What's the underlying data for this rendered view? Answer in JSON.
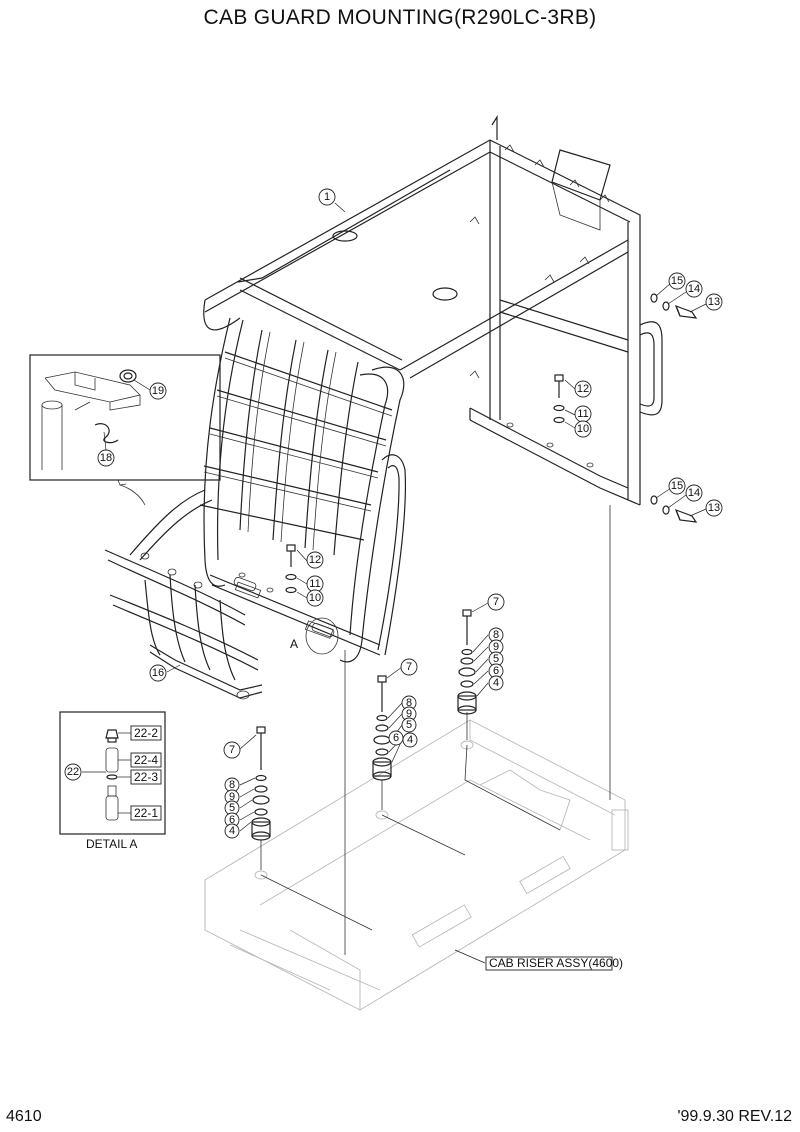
{
  "title": "CAB GUARD MOUNTING(R290LC-3RB)",
  "page_number": "4610",
  "revision": "'99.9.30 REV.12",
  "detail_label": "DETAIL A",
  "view_marker": "A",
  "riser_label": "CAB RISER ASSY(4600)",
  "callouts": {
    "c1": "1",
    "c19": "19",
    "c18": "18",
    "c16": "16",
    "c15a": "15",
    "c14a": "14",
    "c13a": "13",
    "c15b": "15",
    "c14b": "14",
    "c13b": "13",
    "c12a": "12",
    "c11a": "11",
    "c10a": "10",
    "c12b": "12",
    "c11b": "11",
    "c10b": "10",
    "c7a": "7",
    "c8a": "8",
    "c9a": "9",
    "c5a": "5",
    "c6a": "6",
    "c4a": "4",
    "c7b": "7",
    "c8b": "8",
    "c9b": "9",
    "c5b": "5",
    "c6b": "6",
    "c4b": "4",
    "c7c": "7",
    "c8c": "8",
    "c9c": "9",
    "c5c": "5",
    "c6c": "6",
    "c4c": "4",
    "c22": "22"
  },
  "detail_parts": {
    "p222": "22-2",
    "p224": "22-4",
    "p223": "22-3",
    "p221": "22-1"
  }
}
